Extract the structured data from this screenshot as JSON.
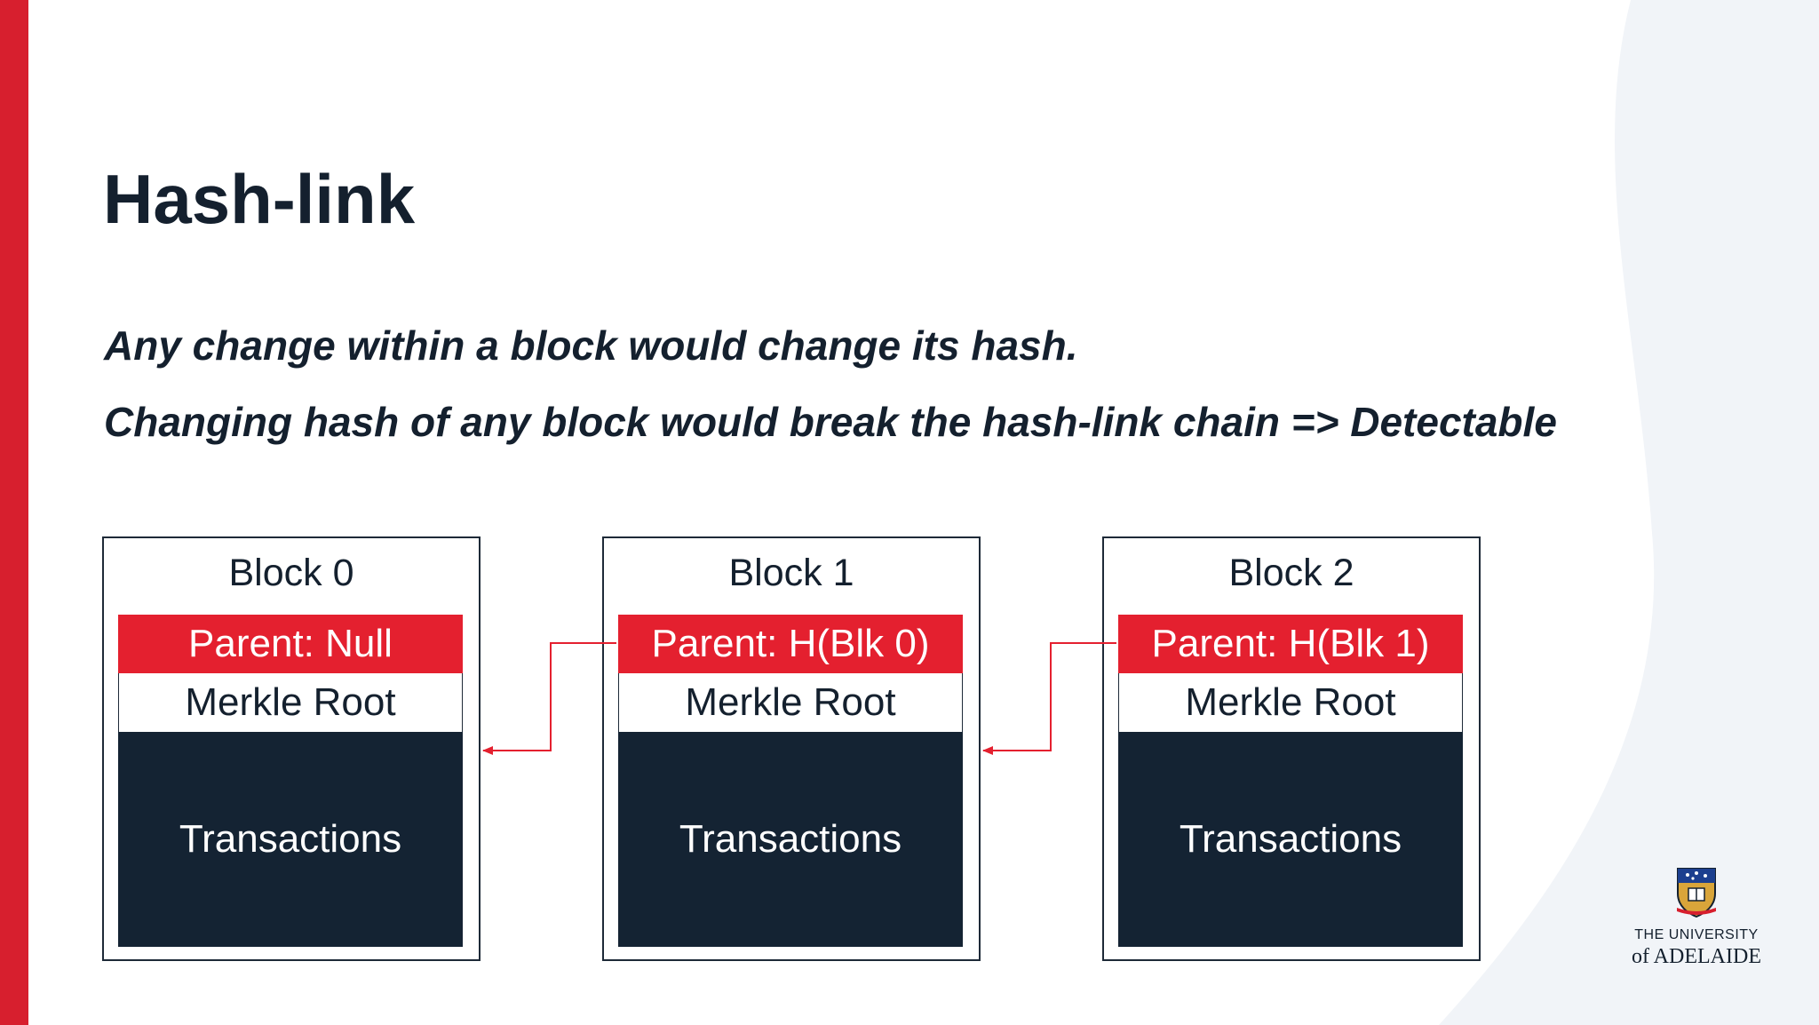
{
  "slide": {
    "title": "Hash-link",
    "points": [
      "Any change within a block would change its hash.",
      "Changing hash of any block would break the hash-link chain => Detectable"
    ]
  },
  "blocks": [
    {
      "title": "Block 0",
      "parent": "Parent: Null",
      "merkle": "Merkle Root",
      "transactions": "Transactions"
    },
    {
      "title": "Block 1",
      "parent": "Parent: H(Blk 0)",
      "merkle": "Merkle Root",
      "transactions": "Transactions"
    },
    {
      "title": "Block 2",
      "parent": "Parent: H(Blk 1)",
      "merkle": "Merkle Root",
      "transactions": "Transactions"
    }
  ],
  "logo": {
    "line1": "THE UNIVERSITY",
    "line2": "of ADELAIDE",
    "icon": "university-crest-icon"
  },
  "colors": {
    "accent": "#d71f2e",
    "parent_row": "#e4202f",
    "transactions_fill": "#142333",
    "text": "#14202e",
    "arrow": "#e4202f"
  }
}
